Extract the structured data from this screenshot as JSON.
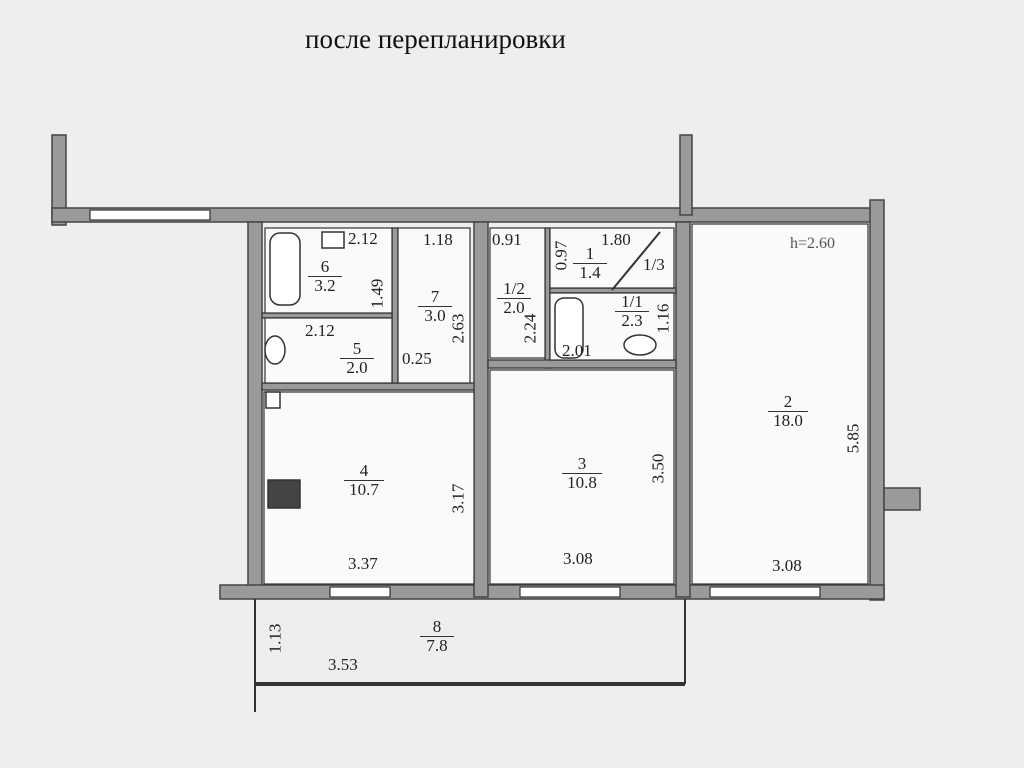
{
  "title": "после перепланировки",
  "ceiling_height": "h=2.60",
  "rooms": [
    {
      "number": "6",
      "area": "3.2"
    },
    {
      "number": "5",
      "area": "2.0"
    },
    {
      "number": "7",
      "area": "3.0"
    },
    {
      "number": "1/2",
      "area": "2.0"
    },
    {
      "number": "1",
      "area": "1.4"
    },
    {
      "number": "1/1",
      "area": "2.3"
    },
    {
      "number": "4",
      "area": "10.7"
    },
    {
      "number": "3",
      "area": "10.8"
    },
    {
      "number": "2",
      "area": "18.0"
    },
    {
      "number": "8",
      "area": "7.8"
    }
  ],
  "door_label": "1/3",
  "dimensions": [
    "2.12",
    "1.49",
    "2.12",
    "1.18",
    "2.63",
    "0.25",
    "0.91",
    "2.24",
    "0.97",
    "1.80",
    "1.16",
    "2.01",
    "3.37",
    "3.17",
    "3.08",
    "3.50",
    "3.08",
    "5.85",
    "1.13",
    "3.53"
  ]
}
